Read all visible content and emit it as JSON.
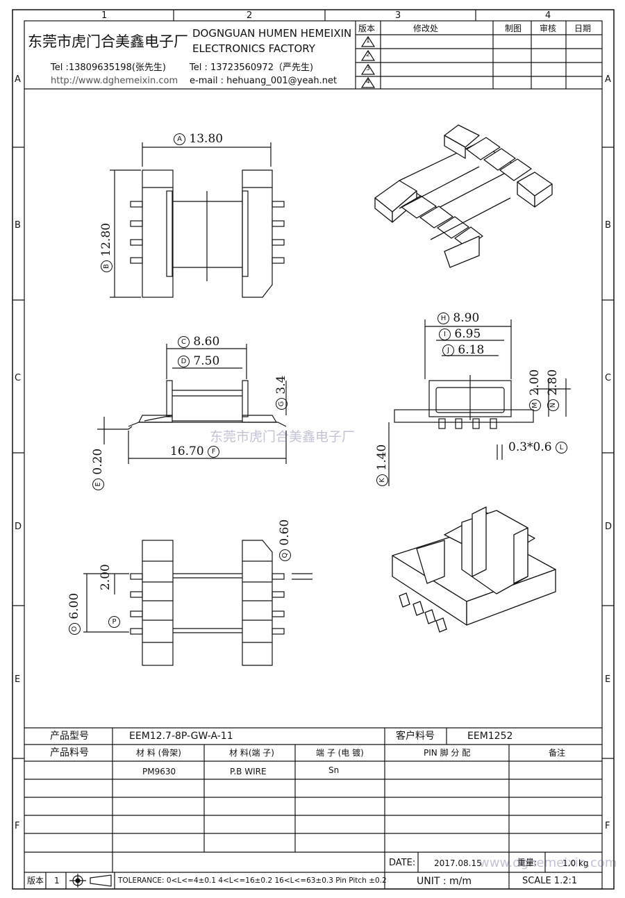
{
  "frame": {
    "col_labels": [
      "1",
      "2",
      "3",
      "4"
    ],
    "row_labels": [
      "A",
      "B",
      "C",
      "D",
      "E",
      "F"
    ]
  },
  "header": {
    "company_cn": "东莞市虎门合美鑫电子厂",
    "company_en_1": "DOGNGUAN HUMEN HEMEIXIN",
    "company_en_2": "ELECTRONICS FACTORY",
    "tel1": "Tel :13809635198(张先生)",
    "tel2": "Tel : 13723560972（严先生)",
    "website": "http://www.dghemeixin.com",
    "email": "e-mail : hehuang_001@yeah.net",
    "rev_table": {
      "headers": [
        "版本",
        "修改处",
        "制图",
        "审核",
        "日期"
      ],
      "revisions": [
        "1",
        "2",
        "3",
        "4"
      ]
    }
  },
  "dimensions": {
    "A": "13.80",
    "B": "12.80",
    "C": "8.60",
    "D": "7.50",
    "E": "0.20",
    "F": "16.70",
    "G": "3.4",
    "H": "8.90",
    "I": "6.95",
    "J": "6.18",
    "K": "1.40",
    "L": "0.3*0.6",
    "M": "2.00",
    "N": "2.80",
    "O": "6.00",
    "P": "2.00",
    "Q": "0.60"
  },
  "dim_letters": {
    "A": "A",
    "B": "B",
    "C": "C",
    "D": "D",
    "E": "E",
    "F": "F",
    "G": "G",
    "H": "H",
    "I": "I",
    "J": "J",
    "K": "K",
    "L": "L",
    "M": "M",
    "N": "N",
    "O": "O",
    "P": "P",
    "Q": "Q"
  },
  "watermark_center": "东莞市虎门合美鑫电子厂",
  "watermark_bottom": "www.dghemeixin.com",
  "spec": {
    "model_label": "产品型号",
    "model_value": "EEM12.7-8P-GW-A-11",
    "customer_label": "客户料号",
    "customer_value": "EEM1252",
    "part_label": "产品料号",
    "col_headers": [
      "材 料 (骨架)",
      "材 料(端 子)",
      "端 子 (电 镀)",
      "PIN 脚 分 配",
      "备注"
    ],
    "material_bobbin": "PM9630",
    "material_pin": "P.B WIRE",
    "plating": "Sn",
    "date_label": "DATE:",
    "date_value": "2017.08.15",
    "weight_label": "重量:",
    "weight_value": "1.0 kg",
    "unit": "UNIT : m/m",
    "scale": "SCALE  1.2:1",
    "version_label": "版本",
    "version_value": "1",
    "tolerance": "TOLERANCE:  0<L<=4±0.1  4<L<=16±0.2  16<L<=63±0.3  Pin Pitch  ±0.2"
  }
}
